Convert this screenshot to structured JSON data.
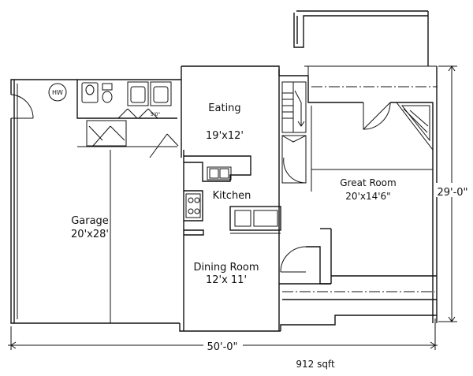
{
  "rooms": {
    "eating": {
      "name": "Eating",
      "size": "19'x12'"
    },
    "great": {
      "name": "Great Room",
      "size": "20'x14'6\""
    },
    "kitchen": {
      "name": "Kitchen"
    },
    "garage": {
      "name": "Garage",
      "size": "20'x28'"
    },
    "dining": {
      "name": "Dining Room",
      "size": "12'x 11'"
    }
  },
  "fixtures": {
    "water_heater": "HW"
  },
  "dimensions": {
    "width": "50'-0\"",
    "depth": "29'-0\""
  },
  "area": "912 sqft"
}
